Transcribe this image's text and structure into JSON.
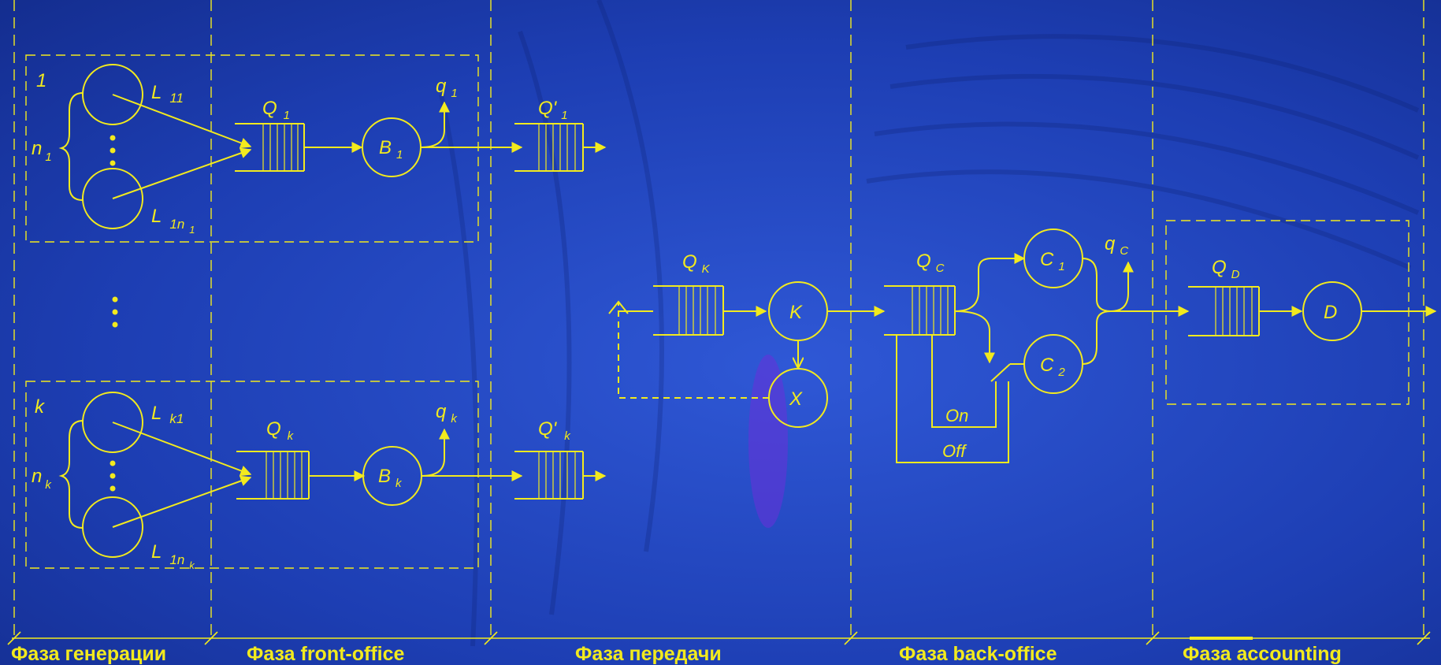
{
  "colors": {
    "line": "#f2ea1e",
    "background": "#1f3fb5"
  },
  "phases": [
    {
      "label": "Фаза генерации"
    },
    {
      "label": "Фаза front-office"
    },
    {
      "label": "Фаза передачи"
    },
    {
      "label": "Фаза back-office"
    },
    {
      "label": "Фаза accounting"
    }
  ],
  "source_groups": [
    {
      "index": "1",
      "n_main": "n",
      "n_sub": "1",
      "top_main": "L",
      "top_sub": "11",
      "bot_main": "L",
      "bot_sub": "1n",
      "bot_sub2": "1"
    },
    {
      "index": "k",
      "n_main": "n",
      "n_sub": "k",
      "top_main": "L",
      "top_sub": "k1",
      "bot_main": "L",
      "bot_sub": "1n",
      "bot_sub2": "k"
    }
  ],
  "front_office": [
    {
      "queue_main": "Q",
      "queue_sub": "1",
      "server_main": "B",
      "server_sub": "1",
      "loss_main": "q",
      "loss_sub": "1",
      "out_main": "Q'",
      "out_sub": "1"
    },
    {
      "queue_main": "Q",
      "queue_sub": "k",
      "server_main": "B",
      "server_sub": "k",
      "loss_main": "q",
      "loss_sub": "k",
      "out_main": "Q'",
      "out_sub": "k"
    }
  ],
  "transfer": {
    "queue_main": "Q",
    "queue_sub": "K",
    "server": "K",
    "reject": "X"
  },
  "back_office": {
    "queue_main": "Q",
    "queue_sub": "C",
    "server1_main": "C",
    "server1_sub": "1",
    "server2_main": "C",
    "server2_sub": "2",
    "loss_main": "q",
    "loss_sub": "C",
    "switch_on": "On",
    "switch_off": "Off"
  },
  "accounting": {
    "queue_main": "Q",
    "queue_sub": "D",
    "server": "D"
  }
}
